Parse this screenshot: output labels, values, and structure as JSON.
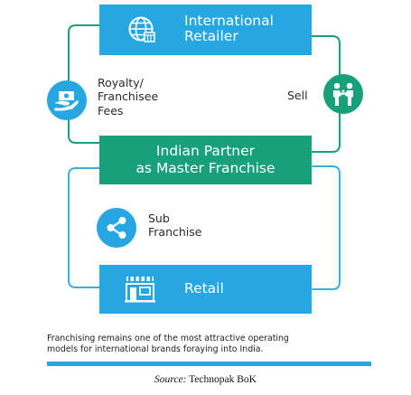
{
  "boxes": {
    "top_line1": "International",
    "top_line2": "Retailer",
    "middle_line1": "Indian Partner",
    "middle_line2": "as Master Franchise",
    "bottom": "Retail"
  },
  "labels": {
    "royalty_line1": "Royalty/",
    "royalty_line2": "Franchisee",
    "royalty_line3": "Fees",
    "sell": "Sell",
    "sub_line1": "Sub",
    "sub_line2": "Franchise"
  },
  "caption": {
    "line1": "Franchising remains one of the most attractive operating",
    "line2": "models for international brands foraying into India."
  },
  "source": {
    "prefix": "Source:",
    "text": "Technopak BoK"
  },
  "icons": {
    "top_box": "globe-icon",
    "royalty": "money-hand-icon",
    "sell": "handshake-people-icon",
    "sub_franchise": "share-network-icon",
    "retail": "storefront-icon"
  },
  "colors": {
    "blue": "#27a7e1",
    "green": "#17a079",
    "connector": "#3ab0e0"
  }
}
